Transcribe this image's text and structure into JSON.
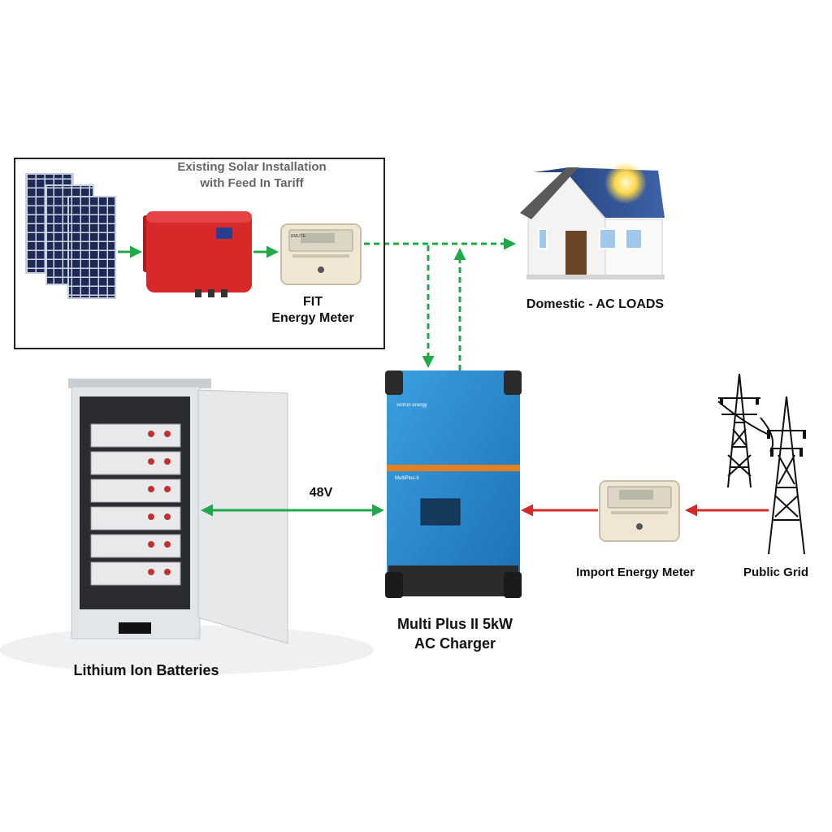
{
  "solar_box": {
    "title_line1": "Existing Solar Installation",
    "title_line2": "with Feed In Tariff"
  },
  "labels": {
    "fit_meter_line1": "FIT",
    "fit_meter_line2": "Energy Meter",
    "domestic": "Domestic - AC LOADS",
    "voltage": "48V",
    "inverter_line1": "Multi Plus II 5kW",
    "inverter_line2": "AC Charger",
    "batteries": "Lithium Ion Batteries",
    "import_meter": "Import Energy Meter",
    "public_grid": "Public Grid"
  },
  "device_text": {
    "inverter_brand": "victron energy",
    "inverter_model": "MultiPlus-II",
    "meter_brand": "EMLITE"
  },
  "colors": {
    "ac_green": "#22a84a",
    "grid_red": "#d62a2a",
    "inverter_blue": "#2f8fd3",
    "sma_red": "#d8282a",
    "panel_blue": "#1d2b57"
  },
  "icons": [
    "solar-panels-icon",
    "sma-inverter-icon",
    "energy-meter-icon",
    "house-icon",
    "battery-cabinet-icon",
    "victron-inverter-icon",
    "pylon-icon"
  ]
}
